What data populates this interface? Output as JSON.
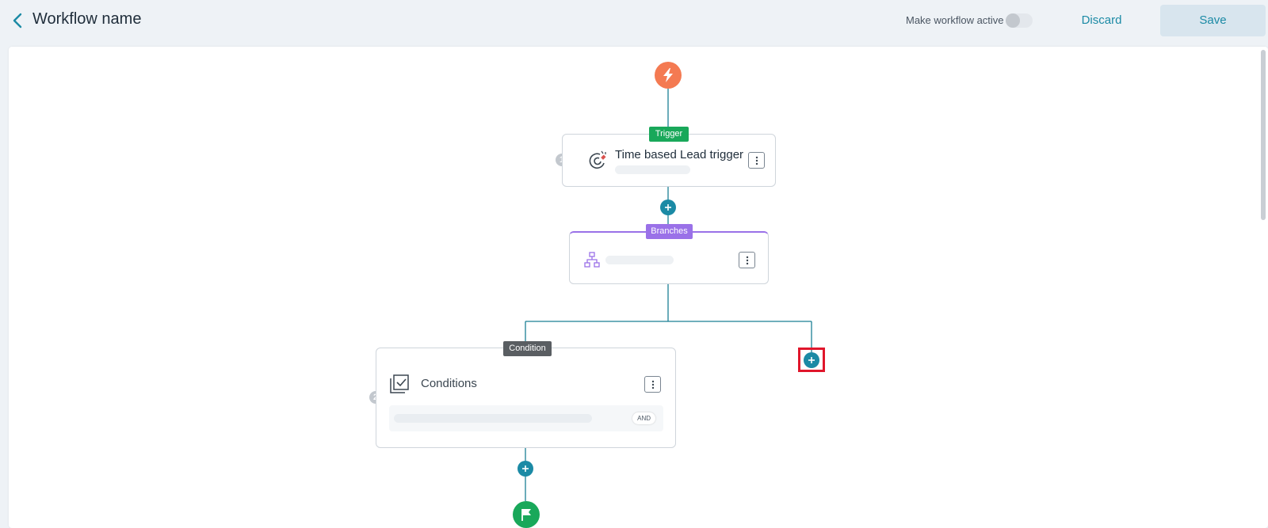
{
  "header": {
    "title": "Workflow name",
    "active_label": "Make workflow active",
    "active": false,
    "discard_label": "Discard",
    "save_label": "Save"
  },
  "workflow": {
    "trigger": {
      "tag": "Trigger",
      "step": "1",
      "title": "Time based Lead trigger",
      "icon": "magnet-icon"
    },
    "branches": {
      "tag": "Branches",
      "icon": "sitemap-icon"
    },
    "condition": {
      "tag": "Condition",
      "step": "2",
      "title": "Conditions",
      "operator": "AND",
      "icon": "checklist-icon"
    },
    "start_icon": "lightning-icon",
    "end_icon": "flag-icon"
  },
  "colors": {
    "accent": "#1b8aa5",
    "start": "#f47a52",
    "end": "#19a85a",
    "trigger_tag": "#19a85a",
    "branches_tag": "#9a71e8",
    "condition_tag": "#5a5e62",
    "highlight": "#e0162b"
  }
}
